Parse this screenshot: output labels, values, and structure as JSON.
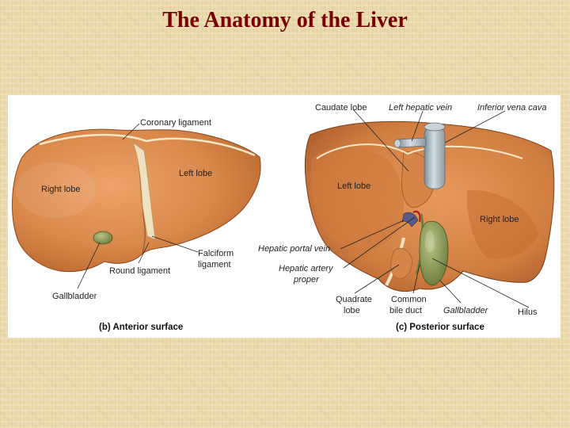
{
  "slide": {
    "title": "The Anatomy of the Liver"
  },
  "anterior": {
    "caption": "(b) Anterior surface",
    "labels": {
      "coronary_ligament": "Coronary ligament",
      "left_lobe": "Left lobe",
      "right_lobe": "Right lobe",
      "falciform_ligament_1": "Falciform",
      "falciform_ligament_2": "ligament",
      "round_ligament": "Round ligament",
      "gallbladder": "Gallbladder"
    }
  },
  "posterior": {
    "caption": "(c) Posterior surface",
    "labels": {
      "caudate_lobe": "Caudate lobe",
      "left_hepatic_vein": "Left hepatic vein",
      "inferior_vena_cava": "Inferior vena cava",
      "left_lobe": "Left lobe",
      "right_lobe": "Right lobe",
      "hepatic_portal_vein": "Hepatic portal vein",
      "hepatic_artery_1": "Hepatic artery",
      "hepatic_artery_2": "proper",
      "quadrate_lobe_1": "Quadrate",
      "quadrate_lobe_2": "lobe",
      "common_bile_duct_1": "Common",
      "common_bile_duct_2": "bile duct",
      "gallbladder": "Gallbladder",
      "hilus": "Hilus"
    }
  },
  "colors": {
    "title": "#7a0000",
    "liver": "#d9884a",
    "liver_dark": "#b8652c",
    "gallbladder": "#8a9a55",
    "vena_cava": "#a8b4bc",
    "ligament": "#f0e2c0"
  }
}
